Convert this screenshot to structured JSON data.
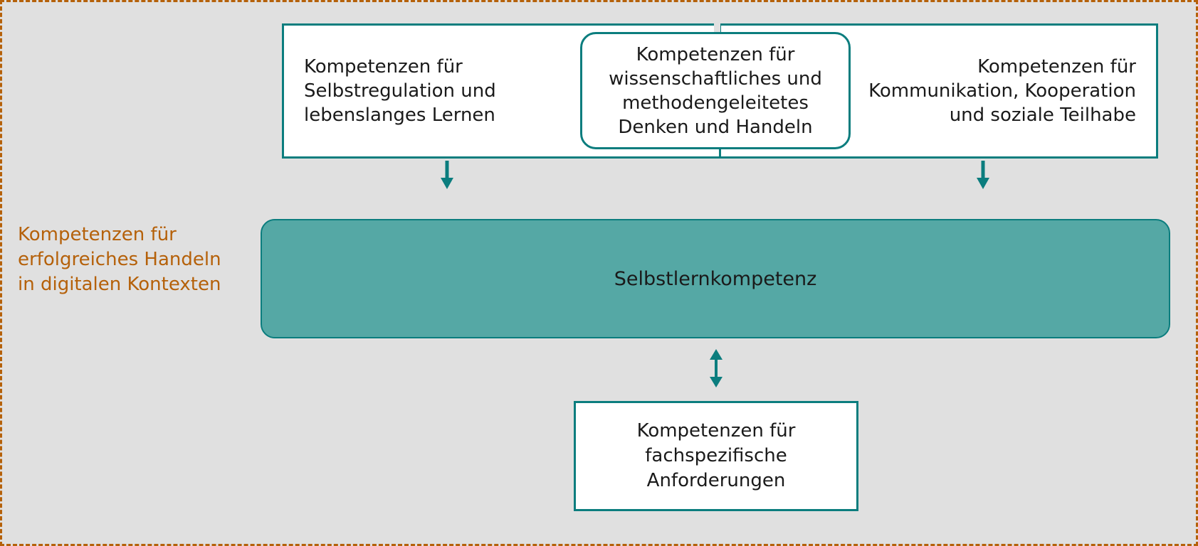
{
  "diagram": {
    "background_color": "#e0e0e0",
    "border_color": "#b5610a",
    "accent_color": "#0b7d7e",
    "band_fill_color": "#55a8a5",
    "side_label": "Kompetenzen für\nerfolgreiches Handeln\nin digitalen Kontexten",
    "top_boxes": [
      {
        "text": "Kompetenzen für\nSelbstregulation und\nlebenslanges Lernen"
      },
      {
        "text": "Kompetenzen für\nwissenschaftliches und\nmethodengeleitetes\nDenken und Handeln"
      },
      {
        "text": "Kompetenzen für\nKommunikation, Kooperation\nund soziale Teilhabe"
      }
    ],
    "band": {
      "label": "Selbstlernkompetenz"
    },
    "bottom_box": {
      "text": "Kompetenzen für\nfachspezifische\nAnforderungen"
    },
    "connectors": [
      {
        "name": "arrow-down-left",
        "direction": "down"
      },
      {
        "name": "arrow-down-right",
        "direction": "down"
      },
      {
        "name": "arrow-double-vertical",
        "direction": "up-down"
      }
    ]
  }
}
